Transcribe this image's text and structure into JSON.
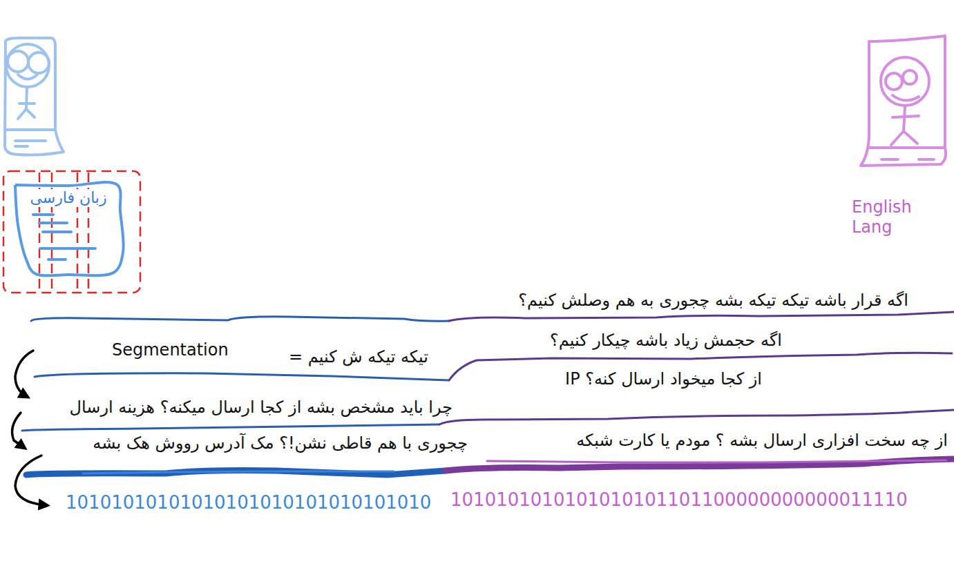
{
  "diagram": {
    "nodes": [
      {
        "text": [
          "زبان فارسی"
        ]
      }
    ],
    "labels": [
      "اگه قرار باشه تیکه تیکه بشه چجوری به هم وصلش کنیم؟",
      "Segmentation",
      "تیکه تیکه ش کنیم =",
      "اگه حجمش زیاد باشه چیکار کنیم؟",
      "از کجا میخواد ارسال کنه؟ IP",
      "چرا باید مشخص بشه از کجا ارسال میکنه؟ هزینه ارسال",
      "چجوری با هم قاطی نشن!؟ مک آدرس رووش هک بشه",
      "از چه سخت افزاری ارسال بشه ؟ مودم یا کارت شبکه",
      "10101010101010101010101010101010",
      "1010101010101010101101100000000000011110",
      "English Lang"
    ]
  }
}
